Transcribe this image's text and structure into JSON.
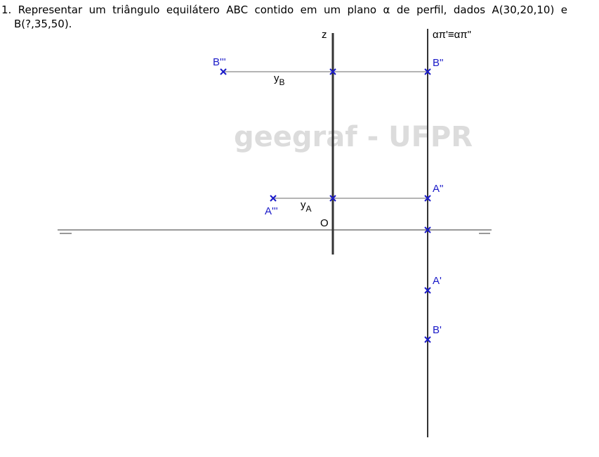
{
  "statement": {
    "line1": "1. Representar um triângulo equilátero ABC contido em um plano α de perfil, dados A(30,20,10) e",
    "line2": "B(?,35,50)."
  },
  "axes": {
    "z_label": "z",
    "origin_label": "O",
    "plane_label": "απ'≡απ\""
  },
  "points": {
    "B3": "B'''",
    "B2": "B\"",
    "A3": "A'''",
    "A2": "A\"",
    "A1": "A'",
    "B1": "B'"
  },
  "measures": {
    "yB_main": "y",
    "yB_sub": "B",
    "yA_main": "y",
    "yA_sub": "A"
  },
  "watermark": "geegraf - UFPR",
  "colors": {
    "point": "#1a1ac8",
    "axis": "#333333",
    "construction": "#b4b4b4",
    "watermark": "#dcdcdc"
  }
}
